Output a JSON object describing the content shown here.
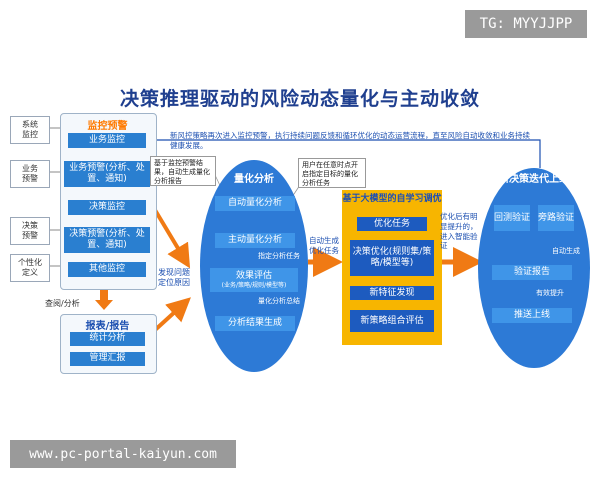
{
  "watermarks": {
    "tg": "TG: MYYJJPP",
    "url": "www.pc-portal-kaiyun.com"
  },
  "title": "决策推理驱动的风险动态量化与主动收敛",
  "intro_text": "新风控策略再次进入监控预警，执行持续问题反馈和循环优化的动态运营流程，直至风险自动收敛和业务持续健康发展。",
  "side_labels": [
    "系统\n监控",
    "业务\n预警",
    "决策\n预警",
    "个性化\n定义"
  ],
  "monitor": {
    "heading": "监控预警",
    "buttons": [
      "业务监控",
      "业务预警(分析、处置、通知)",
      "决策监控",
      "决策预警(分析、处置、通知)",
      "其他监控"
    ]
  },
  "query_label": "查阅/分析",
  "report": {
    "heading": "报表/报告",
    "buttons": [
      "统计分析",
      "管理汇报"
    ]
  },
  "discover_label": "发现问题\n定位原因",
  "note_left": "基于监控预警结果，自动生成量化分析报告",
  "note_right": "用户在任意时点开启指定目标的量化分析任务",
  "quant": {
    "heading": "量化分析",
    "items": [
      "自动量化分析",
      "主动量化分析",
      "效果评估",
      "分析结果生成"
    ],
    "eval_sub": "(业务/策略/规则/模型等)",
    "label_specify": "指定分析任务",
    "label_summary": "量化分析总结"
  },
  "auto_opt_label": "自动生成优化任务",
  "llm": {
    "heading": "基于大模型的自学习调优",
    "items": [
      "优化任务",
      "决策优化(规则集/策略/模型等)",
      "新特征发现",
      "新策略组合评估"
    ]
  },
  "post_opt_label": "优化后有明显提升的，进入智能验证",
  "new_strategy": {
    "heading": "新决策迭代上线",
    "backtest": "回测验证",
    "bypass": "旁路验证",
    "auto_gen": "自动生成",
    "report": "验证报告",
    "effective": "有效提升",
    "release": "推送上线"
  },
  "colors": {
    "accent": "#ff7a00",
    "blue": "#2a7fd0",
    "ellipse": "#2d7ad6",
    "yellow": "#f7b500"
  }
}
